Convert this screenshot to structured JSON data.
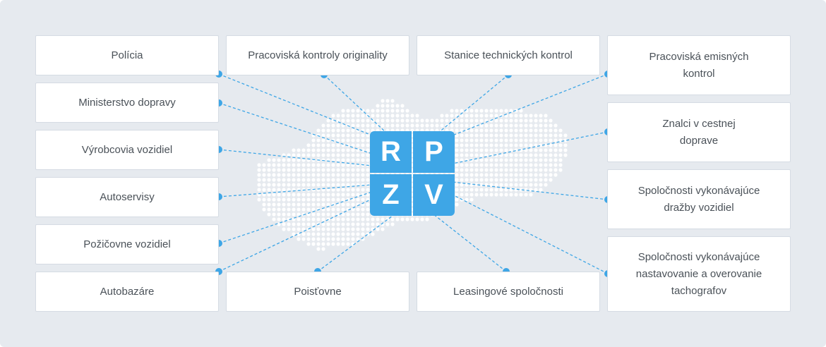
{
  "colors": {
    "accent": "#3ea6e6",
    "background": "#e6eaef",
    "text": "#4a5158",
    "map_dot": "#ffffff"
  },
  "logo": {
    "letters": [
      "R",
      "P",
      "Z",
      "V"
    ]
  },
  "boxes": [
    {
      "id": "policia",
      "lines": [
        "Polícia"
      ]
    },
    {
      "id": "ministerstvo",
      "lines": [
        "Ministerstvo dopravy"
      ]
    },
    {
      "id": "vyrobcovia",
      "lines": [
        "Výrobcovia vozidiel"
      ]
    },
    {
      "id": "autoservisy",
      "lines": [
        "Autoservisy"
      ]
    },
    {
      "id": "pozicovne",
      "lines": [
        "Požičovne vozidiel"
      ]
    },
    {
      "id": "autobazare",
      "lines": [
        "Autobazáre"
      ]
    },
    {
      "id": "pracoviska-originality",
      "lines": [
        "Pracoviská kontroly originality"
      ]
    },
    {
      "id": "poistovne",
      "lines": [
        "Poisťovne"
      ]
    },
    {
      "id": "stanice",
      "lines": [
        "Stanice technických kontrol"
      ]
    },
    {
      "id": "leasing",
      "lines": [
        "Leasingové spoločnosti"
      ]
    },
    {
      "id": "emisne",
      "lines": [
        "Pracoviská emisných",
        "kontrol"
      ]
    },
    {
      "id": "znalci",
      "lines": [
        "Znalci v cestnej",
        "doprave"
      ]
    },
    {
      "id": "drazby",
      "lines": [
        "Spoločnosti vykonávajúce",
        "dražby vozidiel"
      ]
    },
    {
      "id": "tachografy",
      "lines": [
        "Spoločnosti vykonávajúce",
        "nastavovanie a overovanie",
        "tachografov"
      ]
    }
  ]
}
